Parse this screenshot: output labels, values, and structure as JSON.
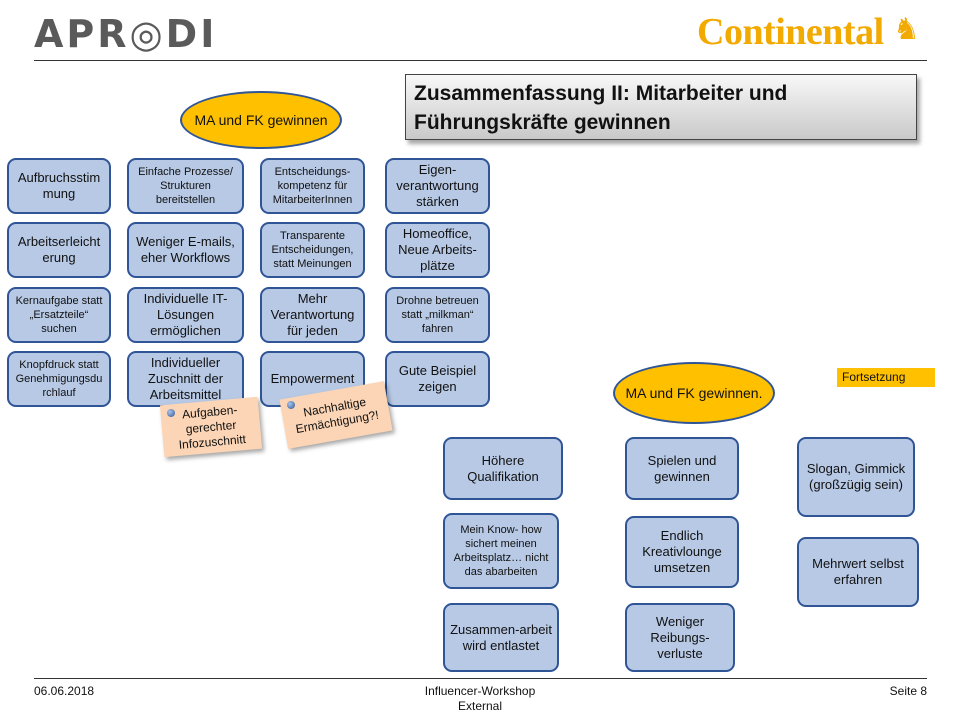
{
  "header": {
    "logo_left": "APR◎DI",
    "logo_right": "Continental",
    "logo_right_icon": "horse-icon"
  },
  "title": {
    "line1": "Zusammenfassung II: Mitarbeiter und",
    "line2": "Führungskräfte gewinnen"
  },
  "ellipses": {
    "left": "MA und FK gewinnen",
    "right": "MA und FK gewinnen."
  },
  "left_grid": {
    "col1": [
      "Aufbruchsstim mung",
      "Arbeitserleicht erung",
      "Kernaufgabe statt „Ersatzteile“ suchen",
      "Knopfdruck statt Genehmigungsdu rchlauf"
    ],
    "col2": [
      "Einfache Prozesse/ Strukturen bereitstellen",
      "Weniger E-mails, eher Workflows",
      "Individuelle IT-Lösungen ermöglichen",
      "Individueller Zuschnitt der Arbeitsmittel"
    ],
    "col3": [
      "Entscheidungs-kompetenz für MitarbeiterInnen",
      "Transparente Entscheidungen, statt Meinungen",
      "Mehr Verantwortung für jeden",
      "Empowerment"
    ],
    "col4": [
      "Eigen-verantwortung stärken",
      "Homeoffice, Neue Arbeits-plätze",
      "Drohne betreuen statt „milkman“ fahren",
      "Gute Beispiel zeigen"
    ]
  },
  "notes": [
    "Aufgaben-gerechter Infozuschnitt",
    "Nachhaltige Ermächtigung?!"
  ],
  "fortsetzung": "Fortsetzung",
  "right_grid": {
    "col1": [
      "Höhere Qualifikation",
      "Mein Know- how sichert meinen Arbeitsplatz… nicht das abarbeiten",
      "Zusammen-arbeit wird entlastet"
    ],
    "col2": [
      "Spielen und gewinnen",
      "Endlich Kreativlounge umsetzen",
      "Weniger Reibungs-verluste"
    ],
    "col3": [
      "Slogan, Gimmick (großzügig sein)",
      "Mehrwert selbst erfahren"
    ]
  },
  "footer": {
    "date": "06.06.2018",
    "center_line1": "Influencer-Workshop",
    "center_line2": "External",
    "page": "Seite 8"
  }
}
